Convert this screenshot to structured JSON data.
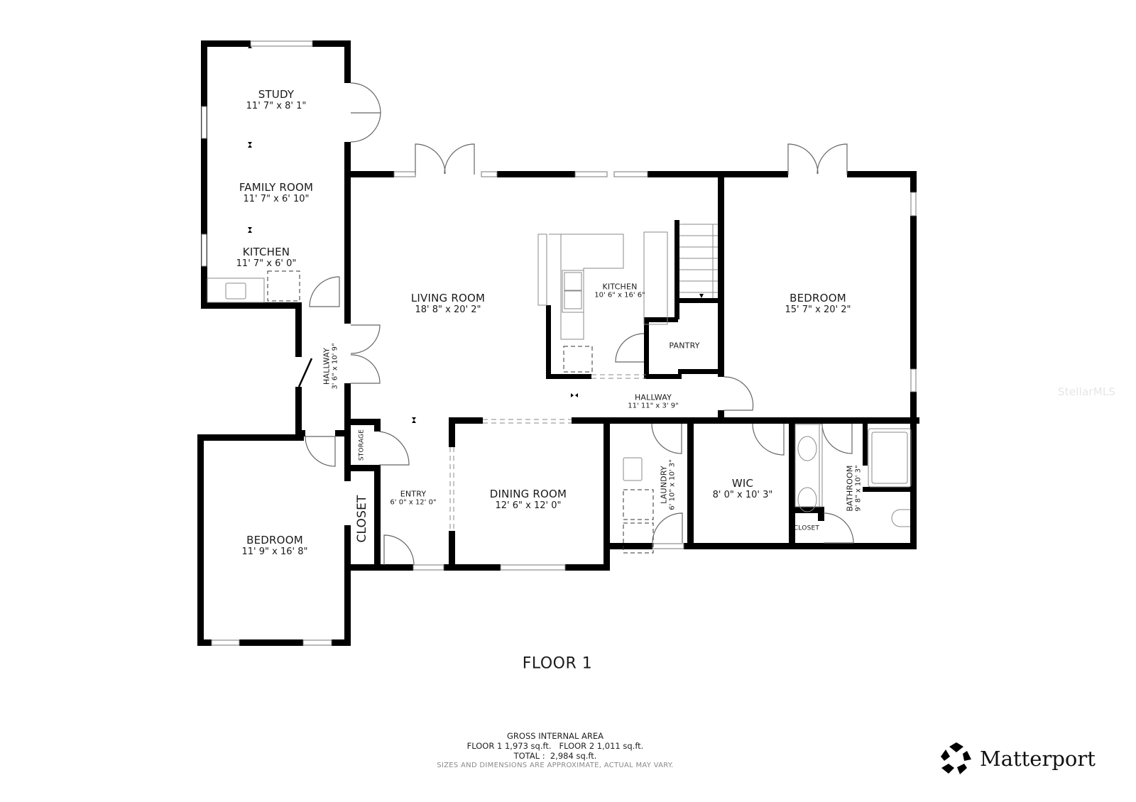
{
  "floor_title": "FLOOR 1",
  "rooms": {
    "study": {
      "name": "STUDY",
      "dim": "11' 7\" x 8' 1\""
    },
    "family_room": {
      "name": "FAMILY ROOM",
      "dim": "11' 7\" x 6' 10\""
    },
    "kitchen_small": {
      "name": "KITCHEN",
      "dim": "11' 7\" x 6' 0\""
    },
    "hallway_west": {
      "name": "HALLWAY",
      "dim": "3' 6\" x 10' 9\""
    },
    "living_room": {
      "name": "LIVING ROOM",
      "dim": "18' 8\" x 20' 2\""
    },
    "kitchen_main": {
      "name": "KITCHEN",
      "dim": "10' 6\" x 16' 6\""
    },
    "pantry": {
      "name": "PANTRY"
    },
    "bedroom_master": {
      "name": "BEDROOM",
      "dim": "15' 7\" x 20' 2\""
    },
    "hallway_east": {
      "name": "HALLWAY",
      "dim": "11' 11\" x 3' 9\""
    },
    "storage": {
      "name": "STORAGE"
    },
    "closet_west": {
      "name": "CLOSET"
    },
    "entry": {
      "name": "ENTRY",
      "dim": "6' 0\" x 12' 0\""
    },
    "dining_room": {
      "name": "DINING ROOM",
      "dim": "12' 6\" x 12' 0\""
    },
    "laundry": {
      "name": "LAUNDRY",
      "dim": "6' 10\" x 10' 3\""
    },
    "wic": {
      "name": "WIC",
      "dim": "8' 0\" x 10' 3\""
    },
    "closet_bath": {
      "name": "CLOSET"
    },
    "bathroom": {
      "name": "BATHROOM",
      "dim": "9' 8\" x 10' 3\""
    },
    "bedroom_west": {
      "name": "BEDROOM",
      "dim": "11' 9\" x 16' 8\""
    }
  },
  "area": {
    "heading": "GROSS INTERNAL AREA",
    "floors_line": "FLOOR 1 1,973 sq.ft.   FLOOR 2 1,011 sq.ft.",
    "total_line": "TOTAL :  2,984 sq.ft.",
    "disclaimer": "SIZES AND DIMENSIONS ARE APPROXIMATE, ACTUAL MAY VARY."
  },
  "brand": {
    "logo_icon": "matterport-logo-icon",
    "name": "Matterport"
  },
  "watermark": "StellarMLS",
  "colors": {
    "wall": "#000000",
    "fixture": "#8a8a8a",
    "background": "#ffffff"
  }
}
